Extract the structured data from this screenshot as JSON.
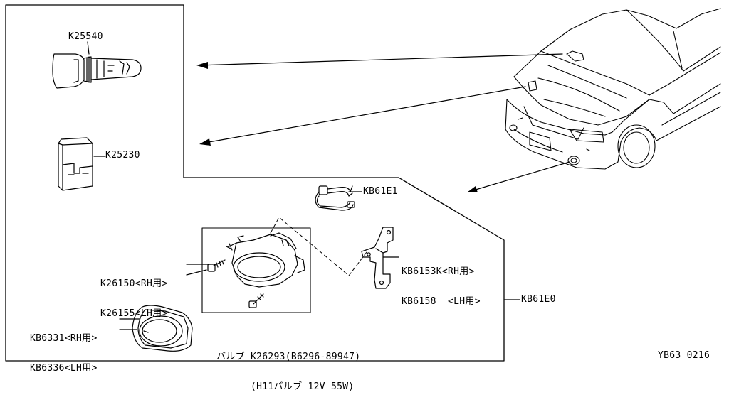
{
  "colors": {
    "ink": "#000000",
    "paper": "#ffffff"
  },
  "parts": {
    "switch": "K25540",
    "relay": "K25230",
    "harness": "KB61E1",
    "bracket_rh": "KB6153K<RH用>",
    "bracket_lh": "KB6158  <LH用>",
    "lamp_rh": "K26150<RH用>",
    "lamp_lh": "K26155<LH用>",
    "bezel_rh": "KB6331<RH用>",
    "bezel_lh": "KB6336<LH用>",
    "kit": "KB61E0"
  },
  "bulb": {
    "line1": "バルブ K26293(B6296-89947)",
    "line2": "(H11バルブ 12V 55W)"
  },
  "footer_code": "YB63 0216"
}
